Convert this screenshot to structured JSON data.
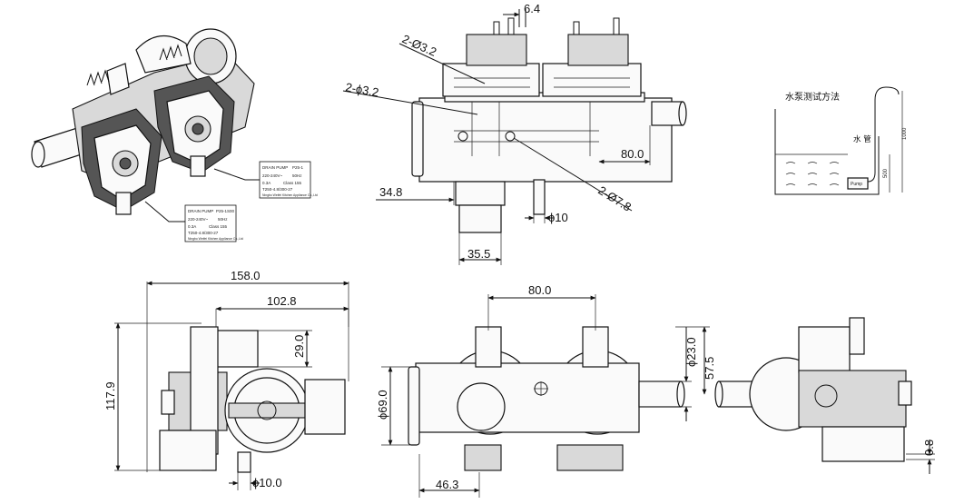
{
  "top_right_view": {
    "dim_6_4": "6.4",
    "dim_2_phi32_a": "2-Ø3.2",
    "dim_2_phi32_b": "2-ϕ3.2",
    "dim_80": "80.0",
    "dim_34_8": "34.8",
    "dim_2_phi78": "2-Ø7.8",
    "dim_phi10": "ϕ10",
    "dim_35_5": "35.5"
  },
  "test_method": {
    "title": "水泵测试方法",
    "water_label": "水 管",
    "height_1000": "1000",
    "height_500": "500",
    "pump_label": "Pump"
  },
  "nameplates": {
    "upper": {
      "name": "DRAIN PUMP",
      "model": "P25-1",
      "volt": "220-240V~",
      "hz": "50Hz",
      "amp": "0.3A",
      "cls": "Class 155",
      "tail": "T250-4.8/300-27",
      "maker": "Ningbo Weifei Kitchen Appliance Co.,Ltd"
    },
    "lower": {
      "name": "DRAIN PUMP",
      "model": "P25-1S00",
      "volt": "220-240V~",
      "hz": "50Hz",
      "amp": "0.3A",
      "cls": "Class 155",
      "tail": "T250-4.8/300-27",
      "maker": "Ningbo Weifei Kitchen Appliance Co.,Ltd"
    }
  },
  "bottom_left_view": {
    "dim_158": "158.0",
    "dim_102_8": "102.8",
    "dim_29": "29.0",
    "dim_117_9": "117.9",
    "dim_phi10": "ϕ10.0"
  },
  "bottom_middle_view": {
    "dim_80": "80.0",
    "dim_phi23": "ϕ23.0",
    "dim_57_5": "57.5",
    "dim_phi69": "ϕ69.0",
    "dim_46_3": "46.3"
  },
  "bottom_right_view": {
    "dim_0_8": "0.8"
  }
}
